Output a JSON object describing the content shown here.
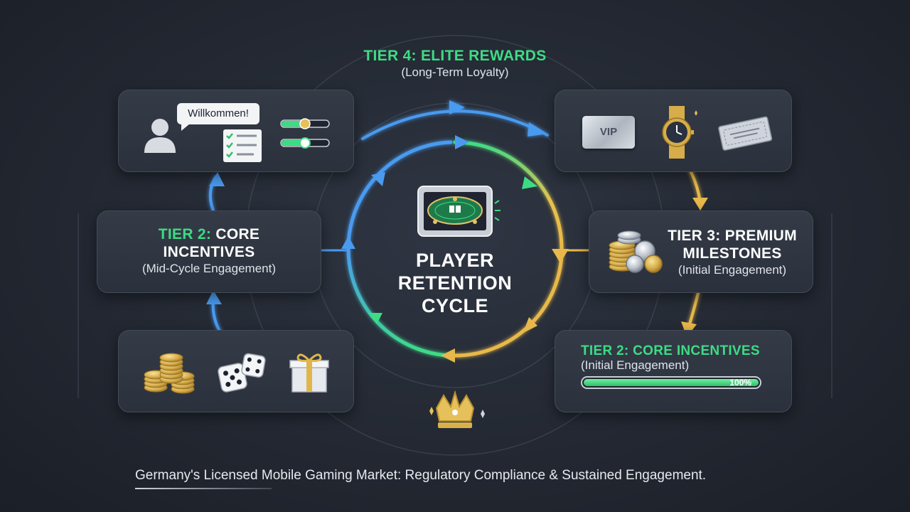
{
  "diagram": {
    "center_title": [
      "PLAYER",
      "RETENTION",
      "CYCLE"
    ],
    "footer": "Germany's Licensed Mobile Gaming Market: Regulatory Compliance & Sustained Engagement.",
    "tier4": {
      "tier": "TIER 4:",
      "name": "ELITE REWARDS",
      "subtitle": "(Long-Term Loyalty)"
    },
    "tier2_left": {
      "tier": "TIER 2:",
      "name_line1": "CORE",
      "name_line2": "INCENTIVES",
      "subtitle": "(Mid-Cycle Engagement)"
    },
    "tier3": {
      "tier": "TIER 3:",
      "name_line1": "PREMIUM",
      "name_line2": "MILESTONES",
      "subtitle": "(Initial Engagement)"
    },
    "tier2_right": {
      "tier": "TIER 2:",
      "name": "CORE INCENTIVES",
      "subtitle": "(Initial Engagement)",
      "progress": 100,
      "progress_label": "100%"
    },
    "welcome_card": {
      "bubble_text": "Willkommen!",
      "icons": [
        "user-avatar-icon",
        "checklist-icon",
        "toggle-switch-icon"
      ]
    },
    "rewards_card": {
      "vip_text": "VIP",
      "icons": [
        "vip-card-icon",
        "gold-watch-icon",
        "ticket-icon"
      ]
    },
    "bonus_card": {
      "icons": [
        "coin-stack-icon",
        "dice-icon",
        "gift-box-icon"
      ]
    },
    "center_icon": "tablet-poker-table-icon",
    "bottom_icon": "crown-icon"
  },
  "colors": {
    "accent_green": "#3ddc84",
    "arrow_blue": "#4a9bf0",
    "arrow_gold": "#e8b94a",
    "card_bg": "#2f3540",
    "background": "#232832"
  }
}
